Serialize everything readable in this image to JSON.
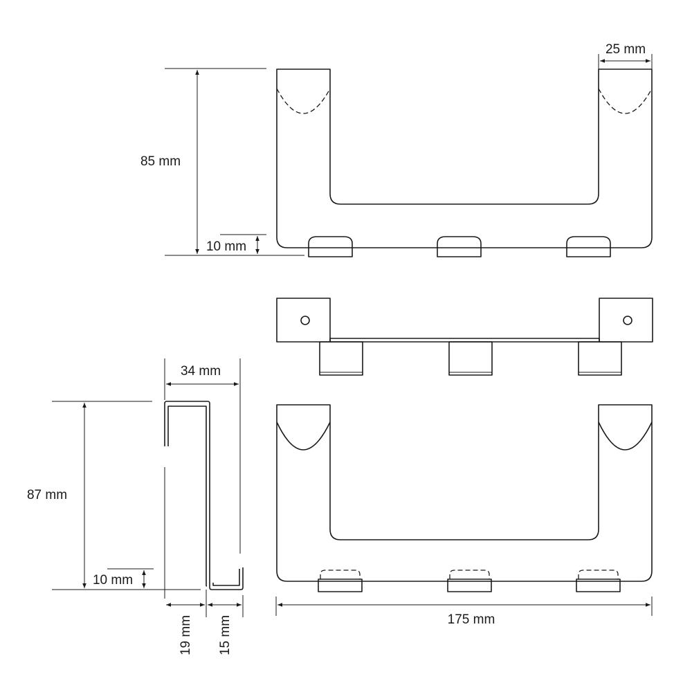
{
  "dimensions": {
    "top_height": "85 mm",
    "top_base": "10 mm",
    "top_width": "25 mm",
    "side_depth": "34 mm",
    "side_height": "87 mm",
    "side_base": "10 mm",
    "side_inner_gap": "19 mm",
    "side_bottom_gap": "15 mm",
    "total_width": "175 mm"
  }
}
